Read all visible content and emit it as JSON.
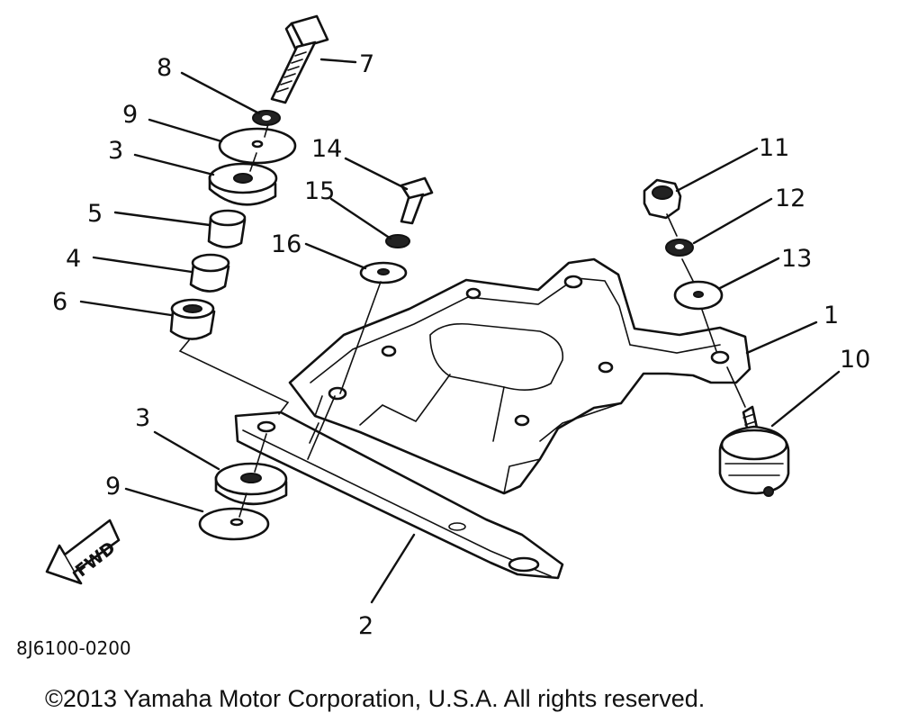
{
  "diagram": {
    "part_labels": [
      "8",
      "7",
      "9",
      "3",
      "14",
      "15",
      "5",
      "16",
      "4",
      "6",
      "11",
      "12",
      "13",
      "1",
      "10",
      "3",
      "9",
      "2"
    ],
    "fwd_text": "FWD",
    "figure_code": "8J6100-0200",
    "copyright": "©2013 Yamaha Motor Corporation, U.S.A. All rights reserved."
  }
}
